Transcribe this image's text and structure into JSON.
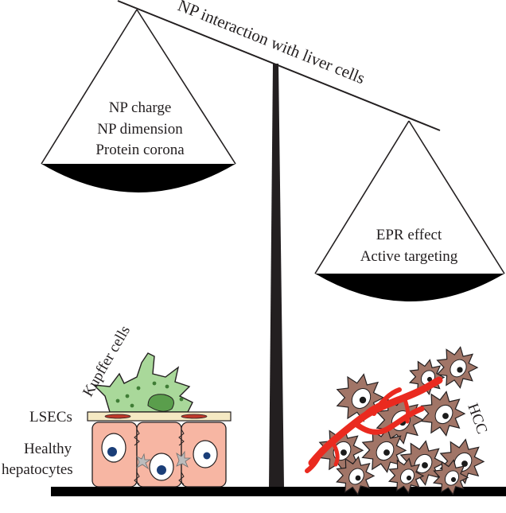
{
  "beam": {
    "title": "NP interaction with liver cells"
  },
  "left_pan": {
    "lines": [
      "NP charge",
      "NP dimension",
      "Protein corona"
    ]
  },
  "right_pan": {
    "lines": [
      "EPR effect",
      "Active targeting"
    ]
  },
  "healthy": {
    "kupffer_label": "Kupffer cells",
    "lsec_label": "LSECs",
    "hepatocytes_label_1": "Healthy",
    "hepatocytes_label_2": "hepatocytes"
  },
  "tumor": {
    "hcc_label": "HCC"
  },
  "colors": {
    "ink": "#231f20",
    "kupffer_fill": "#a9d89a",
    "kupffer_nucleus": "#5a9e4c",
    "hepatocyte_fill": "#f7b6a3",
    "hepatocyte_nucleus": "#1a3e78",
    "lsec_fill": "#f5e9c3",
    "lsec_nucleus": "#c0392b",
    "hcc_fill": "#a17567",
    "vessel": "#ea2a1f"
  }
}
